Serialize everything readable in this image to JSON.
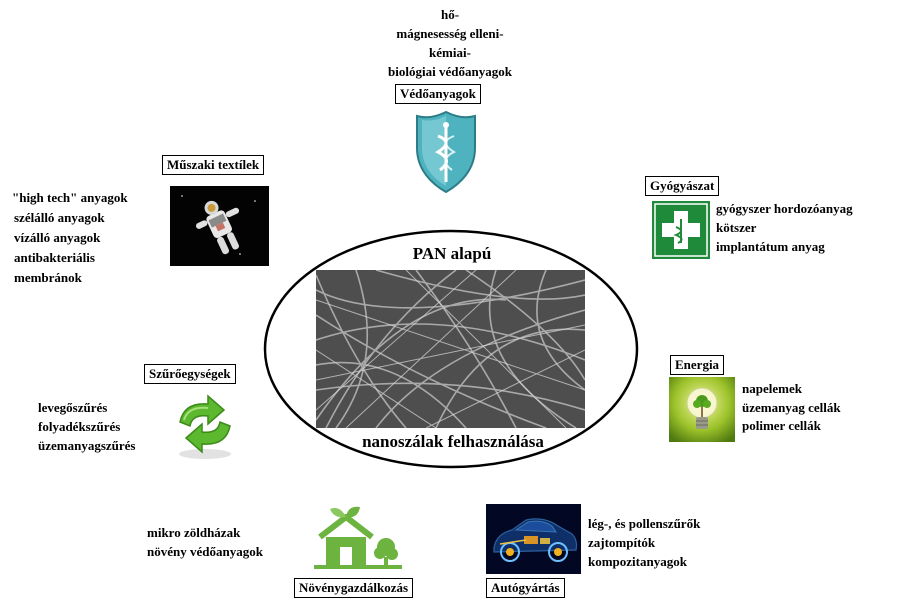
{
  "center": {
    "title_top": "PAN alapú",
    "title_bottom": "nanoszálak felhasználása"
  },
  "protective": {
    "label": "Védőanyagok",
    "lines": [
      "hő-",
      "mágnesesség elleni-",
      "kémiai-",
      "biológiai védőanyagok"
    ]
  },
  "technical": {
    "label": "Műszaki textílek",
    "lines": [
      "\"high tech\" anyagok",
      "szélálló anyagok",
      "vízálló anyagok",
      "antibakteriális",
      "membránok"
    ]
  },
  "medicine": {
    "label": "Gyógyászat",
    "lines": [
      "gyógyszer hordozóanyag",
      "kötszer",
      "implantátum anyag"
    ]
  },
  "filters": {
    "label": "Szűrőegységek",
    "lines": [
      "levegőszűrés",
      "folyadékszűrés",
      "üzemanyagszűrés"
    ]
  },
  "energy": {
    "label": "Energia",
    "lines": [
      "napelemek",
      "üzemanyag cellák",
      "polimer cellák"
    ]
  },
  "agriculture": {
    "label": "Növénygazdálkozás",
    "lines": [
      "mikro zöldházak",
      "növény védőanyagok"
    ]
  },
  "automotive": {
    "label": "Autógyártás",
    "lines": [
      "lég-, és pollenszűrők",
      "zajtompítók",
      "kompozitanyagok"
    ]
  },
  "icons": {
    "protective": "shield-caduceus-icon",
    "technical": "astronaut-image",
    "medicine": "pharmacy-cross-icon",
    "filters": "recycle-arrows-icon",
    "energy": "lightbulb-tree-icon",
    "agriculture": "green-house-icon",
    "automotive": "xray-car-image",
    "center": "nanofiber-sem-image"
  },
  "colors": {
    "shield": "#4fb3bf",
    "pharmacy_green": "#1f8a3a",
    "recycle_green": "#5cb82e",
    "energy_green": "#6a9a1a",
    "house_green": "#6db33f",
    "car_blue": "#1a4fa0"
  }
}
